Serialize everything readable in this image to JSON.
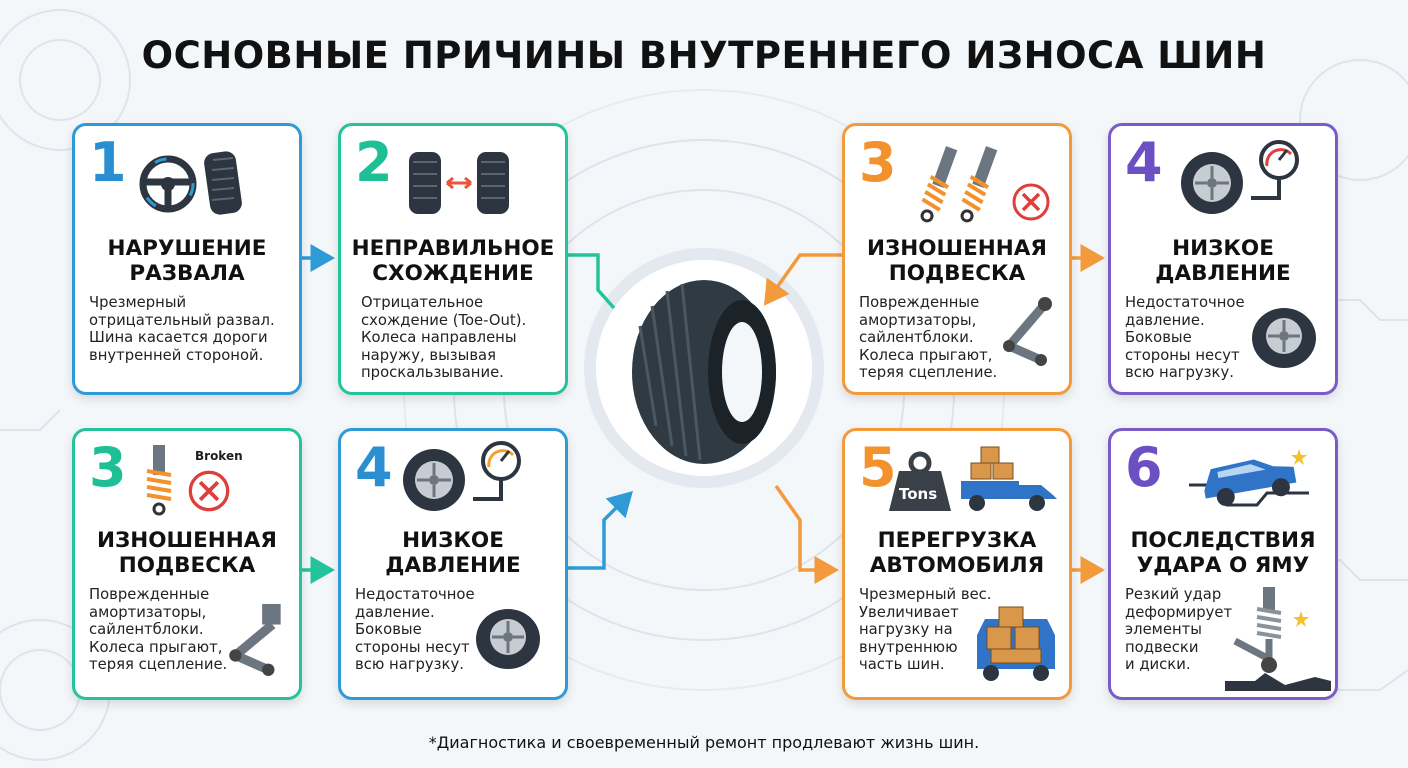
{
  "title": "ОСНОВНЫЕ ПРИЧИНЫ ВНУТРЕННЕГО ИЗНОСА ШИН",
  "footer": "*Диагностика и своевременный ремонт продлевают жизнь шин.",
  "colors": {
    "blue": "#2f9bd6",
    "teal": "#24c39b",
    "orange": "#f39a3c",
    "purple": "#7a5cc9"
  },
  "cards": [
    {
      "num": "1",
      "head1": "НАРУШЕНИЕ",
      "head2": "РАЗВАЛА",
      "desc": [
        "Чрезмерный",
        "отрицательный развал.",
        "Шина касается дороги",
        "внутренней стороной."
      ],
      "icons": [
        "steering-wheel-icon",
        "tire-icon"
      ]
    },
    {
      "num": "2",
      "head1": "НЕПРАВИЛЬНОЕ",
      "head2": "СХОЖДЕНИЕ",
      "desc": [
        "Отрицательное",
        "схождение (Toe-Out).",
        "Колеса направлены",
        "наружу, вызывая",
        "проскальзывание."
      ],
      "icons": [
        "tire-icon",
        "double-arrow-icon"
      ]
    },
    {
      "num": "3",
      "head1": "ИЗНОШЕННАЯ",
      "head2": "ПОДВЕСКА",
      "desc": [
        "Поврежденные",
        "амортизаторы,",
        "сайлентблоки.",
        "Колеса прыгают,",
        "теряя сцепление."
      ],
      "icons": [
        "shock-absorber-icon",
        "broken-x-icon",
        "control-arm-icon"
      ]
    },
    {
      "num": "4",
      "head1": "НИЗКОЕ",
      "head2": "ДАВЛЕНИЕ",
      "desc": [
        "Недостаточное",
        "давление.",
        "Боковые",
        "стороны несут",
        "всю нагрузку."
      ],
      "icons": [
        "wheel-icon",
        "pressure-gauge-icon",
        "flat-tire-icon"
      ]
    },
    {
      "num": "3",
      "head1": "ИЗНОШЕННАЯ",
      "head2": "ПОДВЕСКА",
      "broken": "Broken",
      "desc": [
        "Поврежденные",
        "амортизаторы,",
        "сайлентблоки.",
        "Колеса прыгают,",
        "теряя сцепление."
      ],
      "icons": [
        "shock-absorber-icon",
        "broken-x-icon",
        "control-arm-icon"
      ]
    },
    {
      "num": "4",
      "head1": "НИЗКОЕ",
      "head2": "ДАВЛЕНИЕ",
      "desc": [
        "Недостаточное",
        "давление.",
        "Боковые",
        "стороны несут",
        "всю нагрузку."
      ],
      "icons": [
        "wheel-icon",
        "pressure-gauge-icon",
        "flat-tire-icon"
      ]
    },
    {
      "num": "5",
      "head1": "ПЕРЕГРУЗКА",
      "head2": "АВТОМОБИЛЯ",
      "weight": "Tons",
      "desc": [
        "Чрезмерный вес.",
        "Увеличивает",
        "нагрузку на",
        "внутреннюю",
        "часть шин."
      ],
      "icons": [
        "weight-icon",
        "loaded-truck-icon",
        "car-with-boxes-icon"
      ]
    },
    {
      "num": "6",
      "head1": "ПОСЛЕДСТВИЯ",
      "head2": "УДАРА О ЯМУ",
      "desc": [
        "Резкий удар",
        "деформирует",
        "элементы",
        "подвески",
        "и диски."
      ],
      "icons": [
        "car-pothole-icon",
        "suspension-impact-icon"
      ]
    }
  ]
}
